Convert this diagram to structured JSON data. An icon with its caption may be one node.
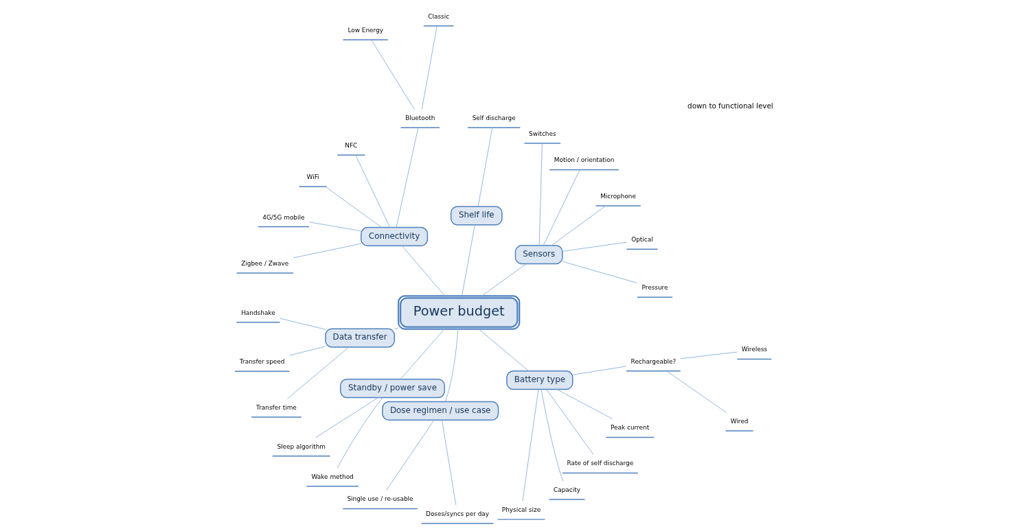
{
  "diagram": {
    "nodes": [
      {
        "text": [
          "Power budget"
        ]
      },
      {
        "text": [
          "Sensors"
        ]
      },
      {
        "text": [
          "Pressure"
        ]
      },
      {
        "text": [
          "Optical"
        ]
      },
      {
        "text": [
          "Microphone"
        ]
      },
      {
        "text": [
          "Motion / orientation"
        ]
      },
      {
        "text": [
          "Switches"
        ]
      },
      {
        "text": [
          "Shelf life"
        ]
      },
      {
        "text": [
          "Self discharge"
        ]
      },
      {
        "text": [
          "Connectivity"
        ]
      },
      {
        "text": [
          "Bluetooth"
        ]
      },
      {
        "text": [
          "Classic"
        ]
      },
      {
        "text": [
          "Low Energy"
        ]
      },
      {
        "text": [
          "NFC"
        ]
      },
      {
        "text": [
          "WiFi"
        ]
      },
      {
        "text": [
          "4G/5G mobile"
        ]
      },
      {
        "text": [
          "Zigbee / Zwave"
        ]
      },
      {
        "text": [
          "Data transfer"
        ]
      },
      {
        "text": [
          "Handshake"
        ]
      },
      {
        "text": [
          "Transfer speed"
        ]
      },
      {
        "text": [
          "Transfer time"
        ]
      },
      {
        "text": [
          "Standby / power save"
        ]
      },
      {
        "text": [
          "Sleep algorithm"
        ]
      },
      {
        "text": [
          "Wake method"
        ]
      },
      {
        "text": [
          "Dose regimen / use case"
        ]
      },
      {
        "text": [
          "Single use / re-usable"
        ]
      },
      {
        "text": [
          "Doses/syncs per day"
        ]
      },
      {
        "text": [
          "Battery type"
        ]
      },
      {
        "text": [
          "Physical size"
        ]
      },
      {
        "text": [
          "Capacity"
        ]
      },
      {
        "text": [
          "Rate of self discharge"
        ]
      },
      {
        "text": [
          "Peak current"
        ]
      },
      {
        "text": [
          "Rechargeable?"
        ]
      },
      {
        "text": [
          "Wired"
        ]
      },
      {
        "text": [
          "Wireless"
        ]
      }
    ],
    "edges": [
      {
        "from": 0,
        "to": 1,
        "arrow": "none"
      },
      {
        "from": 1,
        "to": 2,
        "arrow": "none"
      },
      {
        "from": 1,
        "to": 3,
        "arrow": "none"
      },
      {
        "from": 1,
        "to": 4,
        "arrow": "none"
      },
      {
        "from": 1,
        "to": 5,
        "arrow": "none"
      },
      {
        "from": 1,
        "to": 6,
        "arrow": "none"
      },
      {
        "from": 0,
        "to": 7,
        "arrow": "none"
      },
      {
        "from": 7,
        "to": 8,
        "arrow": "none"
      },
      {
        "from": 0,
        "to": 9,
        "arrow": "none"
      },
      {
        "from": 9,
        "to": 10,
        "arrow": "none"
      },
      {
        "from": 10,
        "to": 11,
        "arrow": "none"
      },
      {
        "from": 10,
        "to": 12,
        "arrow": "none"
      },
      {
        "from": 9,
        "to": 13,
        "arrow": "none"
      },
      {
        "from": 9,
        "to": 14,
        "arrow": "none"
      },
      {
        "from": 9,
        "to": 15,
        "arrow": "none"
      },
      {
        "from": 9,
        "to": 16,
        "arrow": "none"
      },
      {
        "from": 0,
        "to": 17,
        "arrow": "none"
      },
      {
        "from": 17,
        "to": 18,
        "arrow": "none"
      },
      {
        "from": 17,
        "to": 19,
        "arrow": "none"
      },
      {
        "from": 17,
        "to": 20,
        "arrow": "none"
      },
      {
        "from": 0,
        "to": 21,
        "arrow": "none"
      },
      {
        "from": 21,
        "to": 22,
        "arrow": "none"
      },
      {
        "from": 21,
        "to": 23,
        "arrow": "none"
      },
      {
        "from": 0,
        "to": 24,
        "arrow": "none"
      },
      {
        "from": 24,
        "to": 25,
        "arrow": "none"
      },
      {
        "from": 24,
        "to": 26,
        "arrow": "none"
      },
      {
        "from": 0,
        "to": 27,
        "arrow": "none"
      },
      {
        "from": 27,
        "to": 28,
        "arrow": "none"
      },
      {
        "from": 27,
        "to": 29,
        "arrow": "none"
      },
      {
        "from": 27,
        "to": 30,
        "arrow": "none"
      },
      {
        "from": 27,
        "to": 31,
        "arrow": "none"
      },
      {
        "from": 27,
        "to": 32,
        "arrow": "none"
      },
      {
        "from": 32,
        "to": 33,
        "arrow": "none"
      },
      {
        "from": 32,
        "to": 34,
        "arrow": "none"
      }
    ],
    "labels": [
      "down to functional level"
    ]
  }
}
